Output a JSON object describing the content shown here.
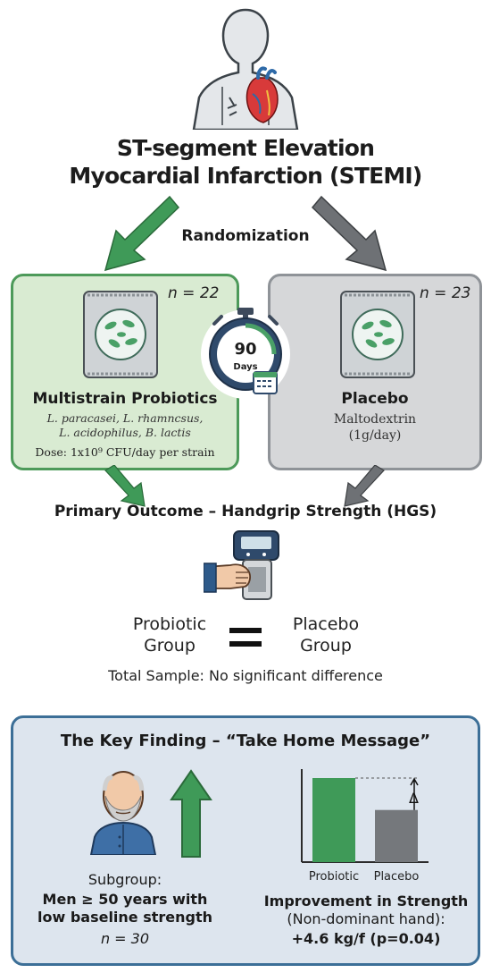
{
  "header": {
    "title_line1": "ST-segment Elevation",
    "title_line2": "Myocardial Infarction (STEMI)",
    "randomization": "Randomization"
  },
  "arms": {
    "probiotic": {
      "n": "n = 22",
      "title": "Multistrain Probiotics",
      "strains_line1": "L. paracasei, L. rhamncsus,",
      "strains_line2": "L. acidophilus, B. lactis",
      "dose": "Dose: 1x10⁹ CFU/day per strain"
    },
    "placebo": {
      "n": "n = 23",
      "title": "Placebo",
      "sub1": "Maltodextrin",
      "sub2": "(1g/day)"
    },
    "timer": {
      "value": "90",
      "unit": "Days"
    }
  },
  "outcome": {
    "title": "Primary Outcome – Handgrip Strength (HGS)",
    "group_left_1": "Probiotic",
    "group_left_2": "Group",
    "group_right_1": "Placebo",
    "group_right_2": "Group",
    "total_sample": "Total Sample: No significant difference"
  },
  "key_finding": {
    "title": "The Key Finding – “Take Home Message”",
    "subgroup_label": "Subgroup:",
    "subgroup_line1": "Men ≥ 50 years with",
    "subgroup_line2": "low baseline strength",
    "subgroup_n": "n = 30",
    "delta_symbol": "Δ",
    "improvement_title": "Improvement in Strength",
    "improvement_sub": "(Non-dominant hand):",
    "improvement_value": "+4.6 kg/f (p=0.04)"
  },
  "chart_data": {
    "type": "bar",
    "categories": [
      "Probiotic",
      "Placebo"
    ],
    "values": [
      1.0,
      0.62
    ],
    "colors": [
      "#3f9a58",
      "#75787c"
    ],
    "annotation": "Δ"
  },
  "colors": {
    "green": "#4d9a5a",
    "gray": "#8f9398",
    "blue": "#3c6f97"
  }
}
